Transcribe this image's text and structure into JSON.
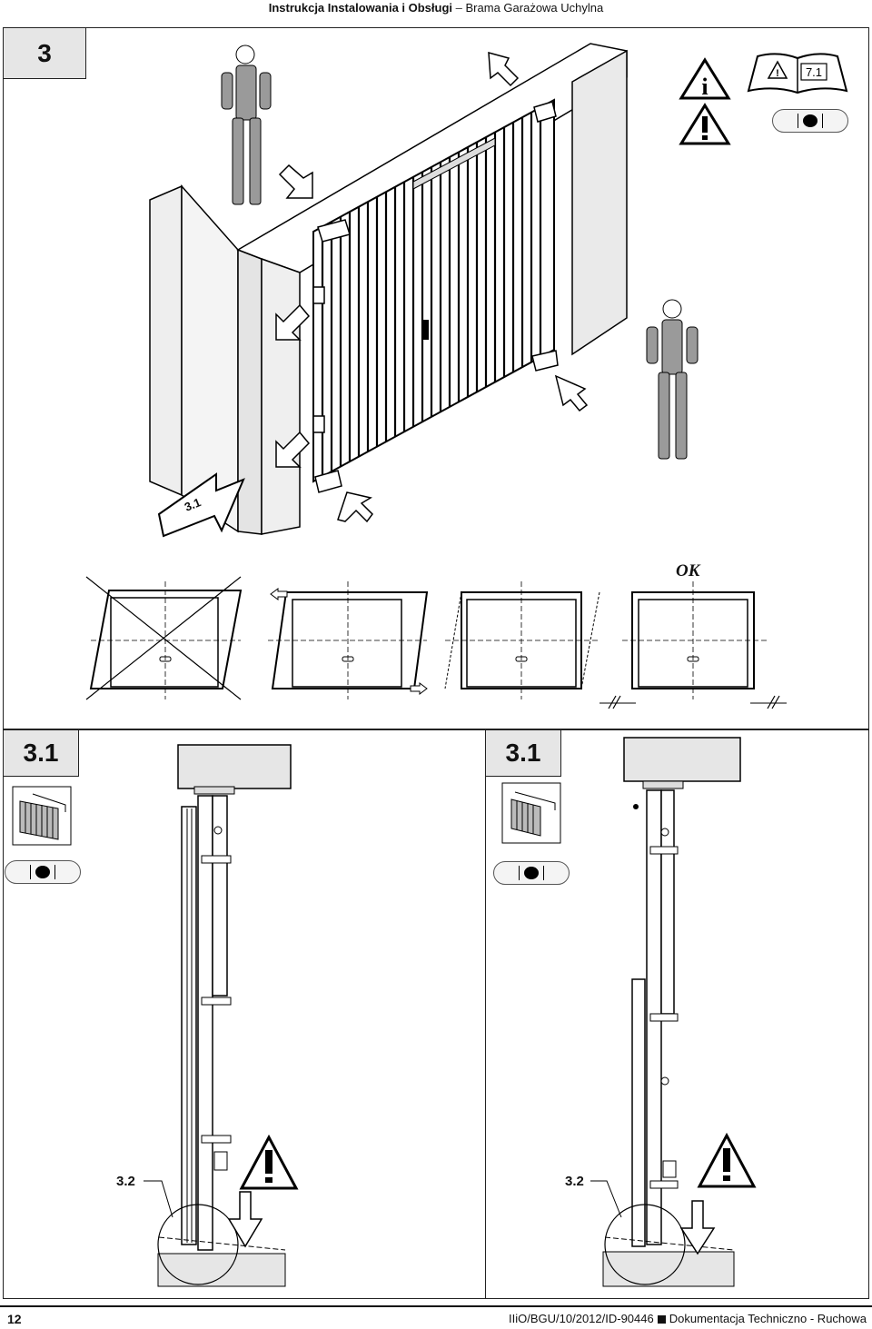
{
  "header": {
    "title_bold": "Instrukcja Instalowania i Obsługi",
    "separator": "–",
    "subtitle": "Brama Garażowa Uchylna"
  },
  "step_main": {
    "number": "3"
  },
  "icons": {
    "info": "info-warning-icon",
    "book_ref": "7.1",
    "warning": "warning-icon",
    "tool": "drill-toggle-icon"
  },
  "figure_3": {
    "callout": "3.1"
  },
  "alignment": {
    "ok_label": "OK"
  },
  "sub_left": {
    "step": "3.1",
    "detail": "3.2"
  },
  "sub_right": {
    "step": "3.1",
    "detail": "3.2"
  },
  "footer": {
    "page_number": "12",
    "doc_ref": "IIiO/BGU/10/2012/ID-90446",
    "doc_title": "Dokumentacja Techniczno - Ruchowa"
  }
}
